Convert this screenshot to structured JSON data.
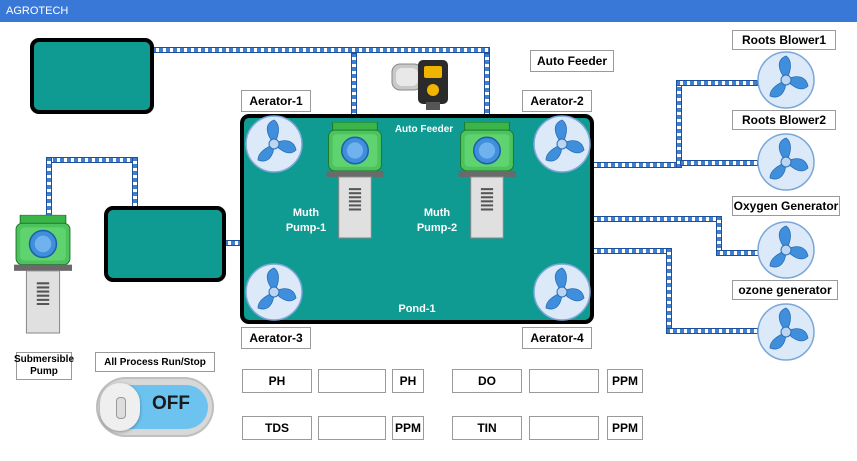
{
  "window": {
    "title": "AGROTECH"
  },
  "labels": {
    "aerator1": "Aerator-1",
    "aerator2": "Aerator-2",
    "aerator3": "Aerator-3",
    "aerator4": "Aerator-4",
    "auto_feeder": "Auto Feeder",
    "auto_feeder_small": "Auto Feeder",
    "roots_blower1": "Roots Blower1",
    "roots_blower2": "Roots Blower2",
    "oxygen_generator": "Oxygen Generator",
    "ozone_generator": "ozone generator",
    "muth_pump1": "Muth Pump-1",
    "muth_pump2": "Muth Pump-2",
    "pond": "Pond-1",
    "submersible_pump": "Submersible Pump",
    "process_toggle_label": "All Process Run/Stop"
  },
  "toggle": {
    "state": "OFF"
  },
  "readings": {
    "ph": {
      "label": "PH",
      "value": "",
      "unit": "PH"
    },
    "do": {
      "label": "DO",
      "value": "",
      "unit": "PPM"
    },
    "tds": {
      "label": "TDS",
      "value": "",
      "unit": "PPM"
    },
    "tin": {
      "label": "TIN",
      "value": "",
      "unit": "PPM"
    }
  },
  "colors": {
    "tank": "#0f9a92",
    "pipe": "#3f7fd0",
    "titlebar": "#3a78d8",
    "toggle": "#6cc3ef"
  },
  "icons": [
    "fan-icon",
    "pump-icon",
    "auto-feeder-icon"
  ]
}
